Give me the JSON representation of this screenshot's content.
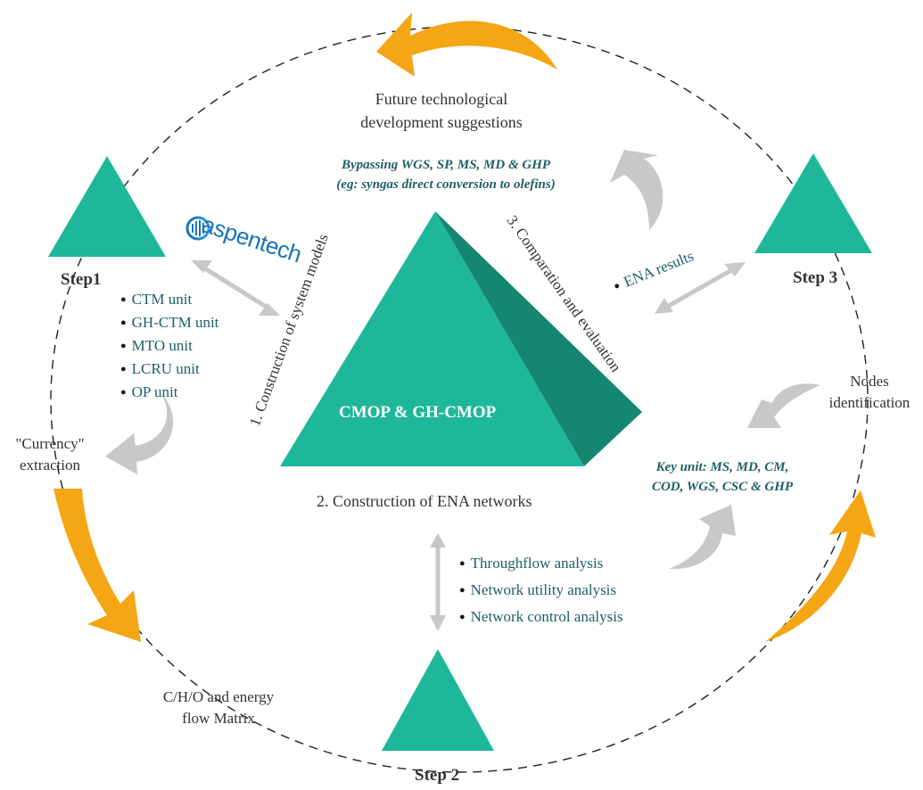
{
  "colors": {
    "teal": "#1fb79a",
    "teal_dark": "#15866f",
    "orange": "#f5a615",
    "gray_arrow": "#c8c8c8",
    "text_teal": "#1e5f66",
    "text_dark": "#333333"
  },
  "steps": {
    "step1": "Step1",
    "step2": "Step 2",
    "step3": "Step 3"
  },
  "center": {
    "pyramid_label": "CMOP & GH-CMOP"
  },
  "logo": {
    "text": "aspentech"
  },
  "processes": {
    "construction_models": "1. Construction of system models",
    "construction_ena": "2. Construction of ENA networks",
    "comparison": "3. Comparation and evaluation"
  },
  "outputs": {
    "future_line1": "Future technological",
    "future_line2": "development suggestions",
    "currency_line1": "\"Currency\"",
    "currency_line2": "extraction",
    "matrix_line1": "C/H/O and energy",
    "matrix_line2": "flow Matrix",
    "nodes_line1": "Nodes",
    "nodes_line2": "identification"
  },
  "units": [
    "CTM unit",
    "GH-CTM unit",
    "MTO unit",
    "LCRU unit",
    "OP unit"
  ],
  "analyses": [
    "Throughflow analysis",
    "Network utility analysis",
    "Network control analysis"
  ],
  "ena_results": "ENA results",
  "bypass": {
    "line1": "Bypassing WGS, SP, MS, MD & GHP",
    "line2": "(eg: syngas direct conversion to  olefins)"
  },
  "key_unit": {
    "line1": "Key unit: MS, MD, CM,",
    "line2": "COD, WGS, CSC & GHP"
  }
}
